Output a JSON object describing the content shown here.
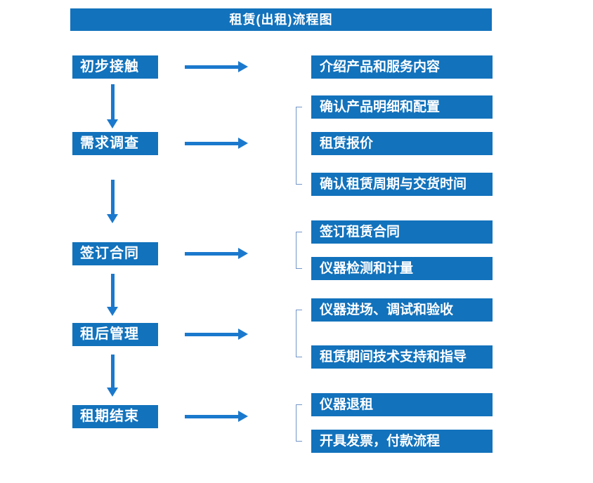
{
  "title": "租赁(出租)流程图",
  "groups": [
    {
      "stage": "初步接触",
      "outputs": [
        "介绍产品和服务内容"
      ]
    },
    {
      "stage": "需求调查",
      "outputs": [
        "确认产品明细和配置",
        "租赁报价",
        "确认租赁周期与交货时间"
      ]
    },
    {
      "stage": "签订合同",
      "outputs": [
        "签订租赁合同",
        "仪器检测和计量"
      ]
    },
    {
      "stage": "租后管理",
      "outputs": [
        "仪器进场、调试和验收",
        "租赁期间技术支持和指导"
      ]
    },
    {
      "stage": "租期结束",
      "outputs": [
        "仪器退租",
        "开具发票，付款流程"
      ]
    }
  ],
  "colors": {
    "box-blue": "#1272BC",
    "arrow-blue": "#1B79CD",
    "bracket-blue": "#7396C8",
    "text-white": "#FFFFFF",
    "background": "#FFFFFF"
  }
}
